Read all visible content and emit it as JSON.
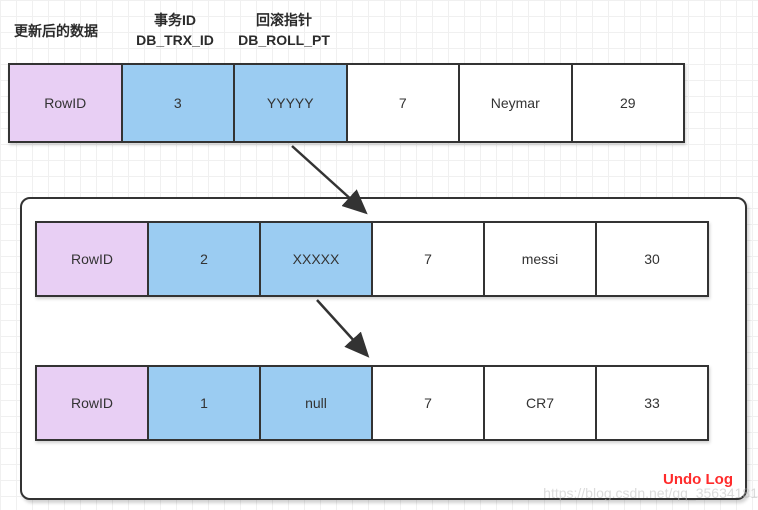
{
  "header": {
    "updated_data_label": "更新后的数据",
    "trx_id_label": "事务ID",
    "trx_id_code": "DB_TRX_ID",
    "rollback_label": "回滚指针",
    "rollback_code": "DB_ROLL_PT"
  },
  "rows": [
    {
      "name": "updated-row",
      "cells": [
        {
          "text": "RowID",
          "style": "purple"
        },
        {
          "text": "3",
          "style": "blue"
        },
        {
          "text": "YYYYY",
          "style": "blue"
        },
        {
          "text": "7",
          "style": "white"
        },
        {
          "text": "Neymar",
          "style": "white"
        },
        {
          "text": "29",
          "style": "white"
        }
      ]
    },
    {
      "name": "undo-version-row-2",
      "cells": [
        {
          "text": "RowID",
          "style": "purple"
        },
        {
          "text": "2",
          "style": "blue"
        },
        {
          "text": "XXXXX",
          "style": "blue"
        },
        {
          "text": "7",
          "style": "white"
        },
        {
          "text": "messi",
          "style": "white"
        },
        {
          "text": "30",
          "style": "white"
        }
      ]
    },
    {
      "name": "undo-version-row-1",
      "cells": [
        {
          "text": "RowID",
          "style": "purple"
        },
        {
          "text": "1",
          "style": "blue"
        },
        {
          "text": "null",
          "style": "blue"
        },
        {
          "text": "7",
          "style": "white"
        },
        {
          "text": "CR7",
          "style": "white"
        },
        {
          "text": "33",
          "style": "white"
        }
      ]
    }
  ],
  "undo_log": {
    "label": "Undo Log"
  },
  "page": {
    "watermark": "https://blog.csdn.net/qq_35634181"
  },
  "colors": {
    "purple": "#e8cff4",
    "blue": "#9bccf2",
    "border": "#333333",
    "undo_red": "#ff2b2b"
  }
}
